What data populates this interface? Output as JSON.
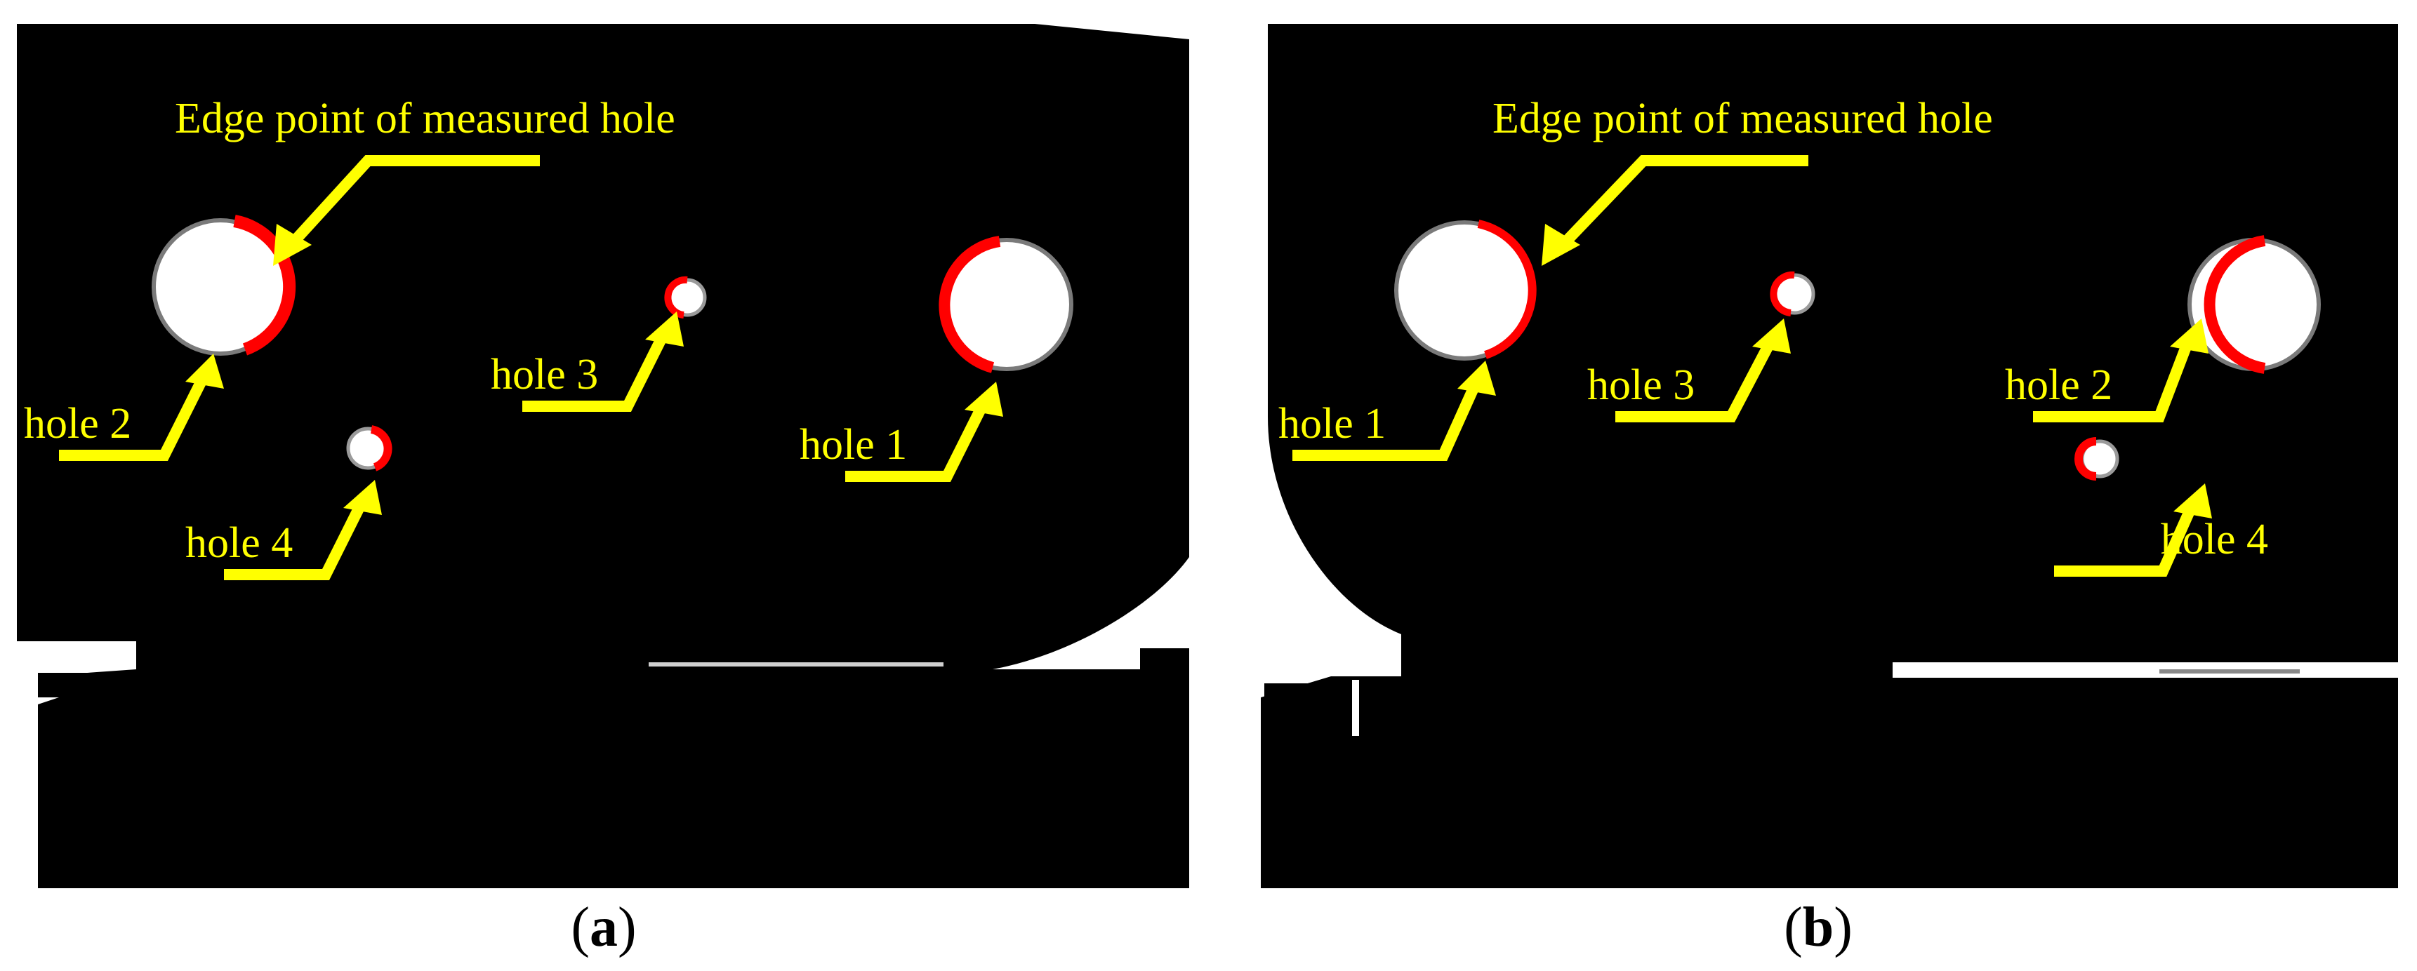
{
  "figure": {
    "colors": {
      "background": "#000000",
      "hole_fill": "#ffffff",
      "edge_points": "#ff0000",
      "annotation": "#ffff00",
      "page": "#ffffff"
    },
    "panels": [
      {
        "id": "a",
        "caption_open": "(",
        "caption_letter": "a",
        "caption_close": ")",
        "edge_label": "Edge point of measured hole",
        "hole_labels": [
          "hole 2",
          "hole 3",
          "hole 1",
          "hole 4"
        ]
      },
      {
        "id": "b",
        "caption_open": "(",
        "caption_letter": "b",
        "caption_close": ")",
        "edge_label": "Edge point of measured hole",
        "hole_labels": [
          "hole 1",
          "hole 3",
          "hole 2",
          "hole 4"
        ]
      }
    ]
  }
}
